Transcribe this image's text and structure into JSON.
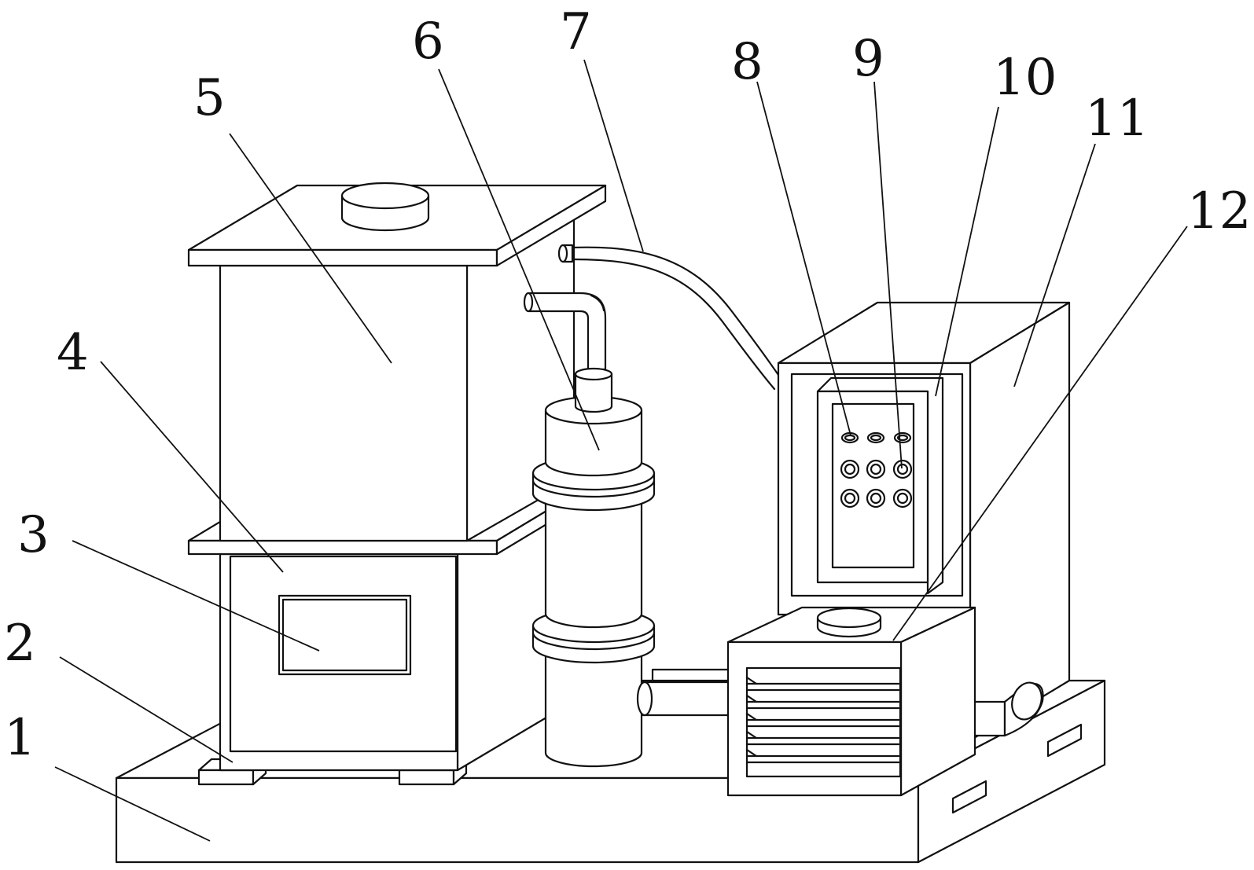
{
  "figure": {
    "labels": [
      "1",
      "2",
      "3",
      "4",
      "5",
      "6",
      "7",
      "8",
      "9",
      "10",
      "11",
      "12"
    ]
  }
}
